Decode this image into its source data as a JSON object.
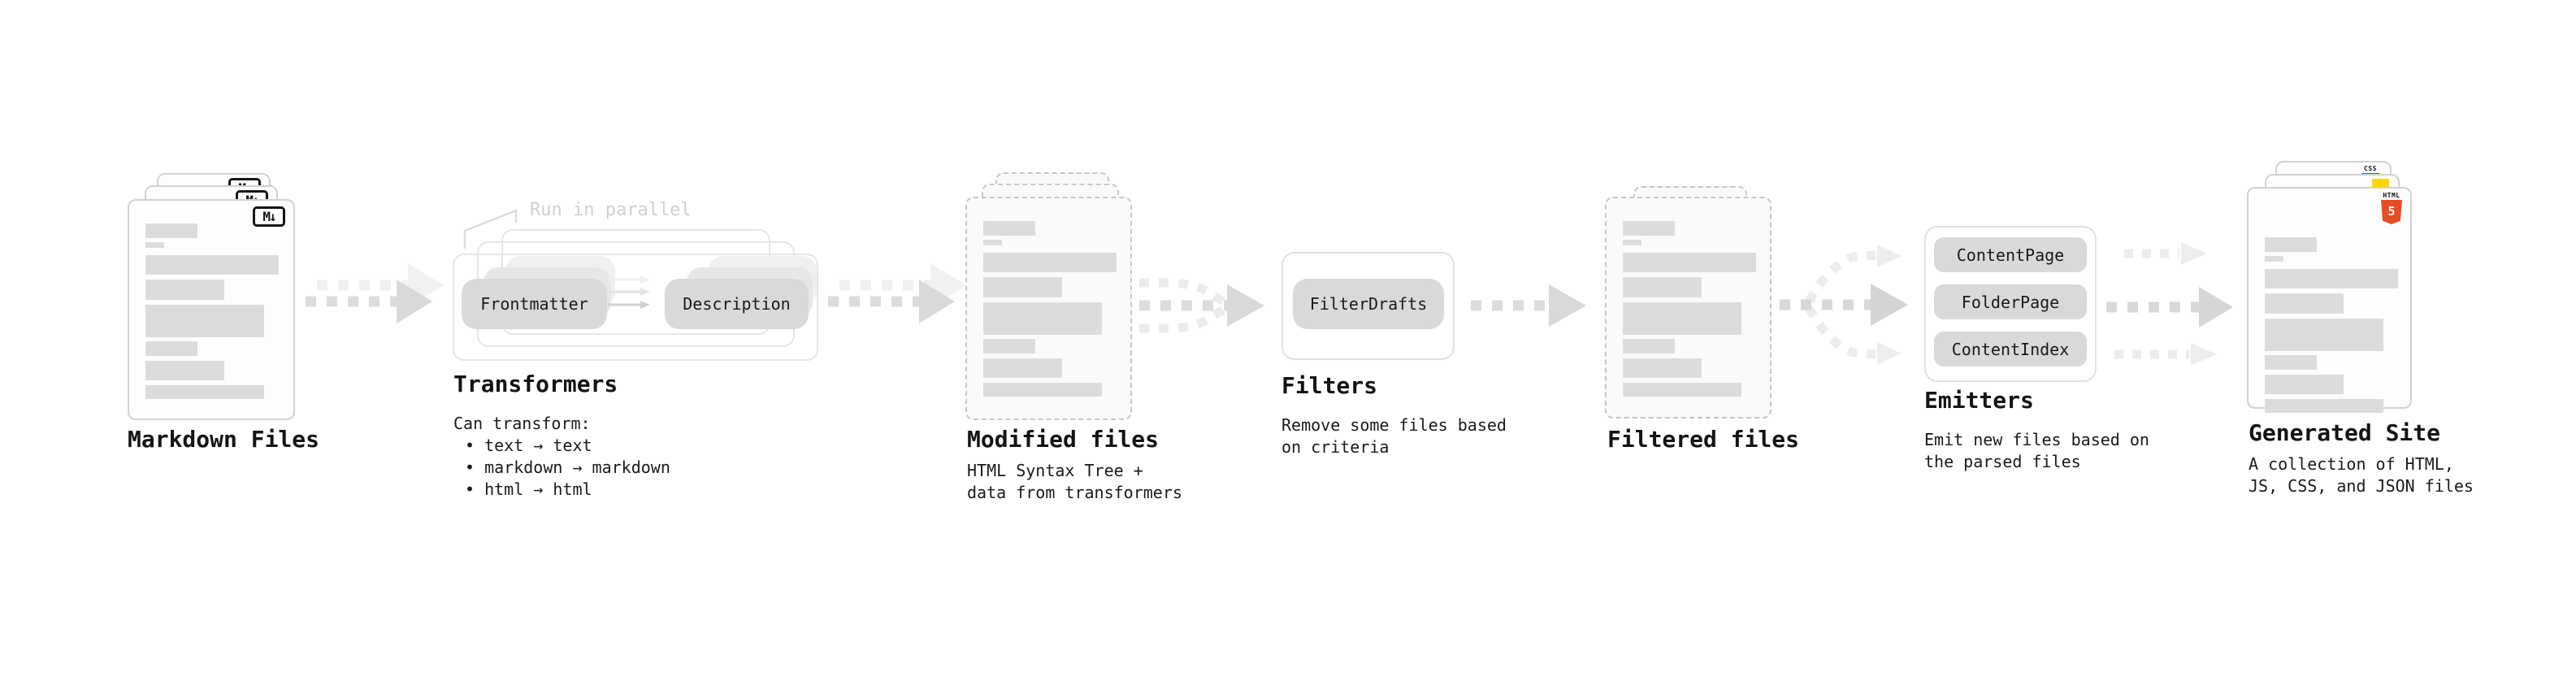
{
  "diagram": {
    "stages": {
      "markdown": {
        "title": "Markdown Files"
      },
      "transformers": {
        "title": "Transformers",
        "annotation": "Run in parallel",
        "pill_frontmatter": "Frontmatter",
        "pill_description": "Description",
        "desc_line1": "Can transform:",
        "desc_line2": "• text → text",
        "desc_line3": "• markdown → markdown",
        "desc_line4": "• html → html"
      },
      "modified": {
        "title": "Modified files",
        "desc_line1": "HTML Syntax Tree +",
        "desc_line2": "data from transformers"
      },
      "filters": {
        "title": "Filters",
        "pill_filterdrafts": "FilterDrafts",
        "desc_line1": "Remove some files based",
        "desc_line2": "on criteria"
      },
      "filtered": {
        "title": "Filtered files"
      },
      "emitters": {
        "title": "Emitters",
        "pill_contentpage": "ContentPage",
        "pill_folderpage": "FolderPage",
        "pill_contentindex": "ContentIndex",
        "desc_line1": "Emit new files based on",
        "desc_line2": "the parsed files"
      },
      "generated": {
        "title": "Generated Site",
        "desc_line1": "A collection of HTML,",
        "desc_line2": "JS, CSS, and JSON files"
      }
    },
    "icons": {
      "markdown_glyph": "M↓",
      "html5_label": "HTML",
      "html5_glyph": "5",
      "css_label": "CSS"
    },
    "colors": {
      "html5_orange": "#e44d26",
      "js_yellow": "#ffd800",
      "css_blue": "#2862e9",
      "pill_gray": "#d9d9d9",
      "arrow_gray": "#dcdcdc",
      "arrow_light": "#efefef",
      "text": "#141414",
      "annotation_gray": "#d0d0d0"
    }
  }
}
